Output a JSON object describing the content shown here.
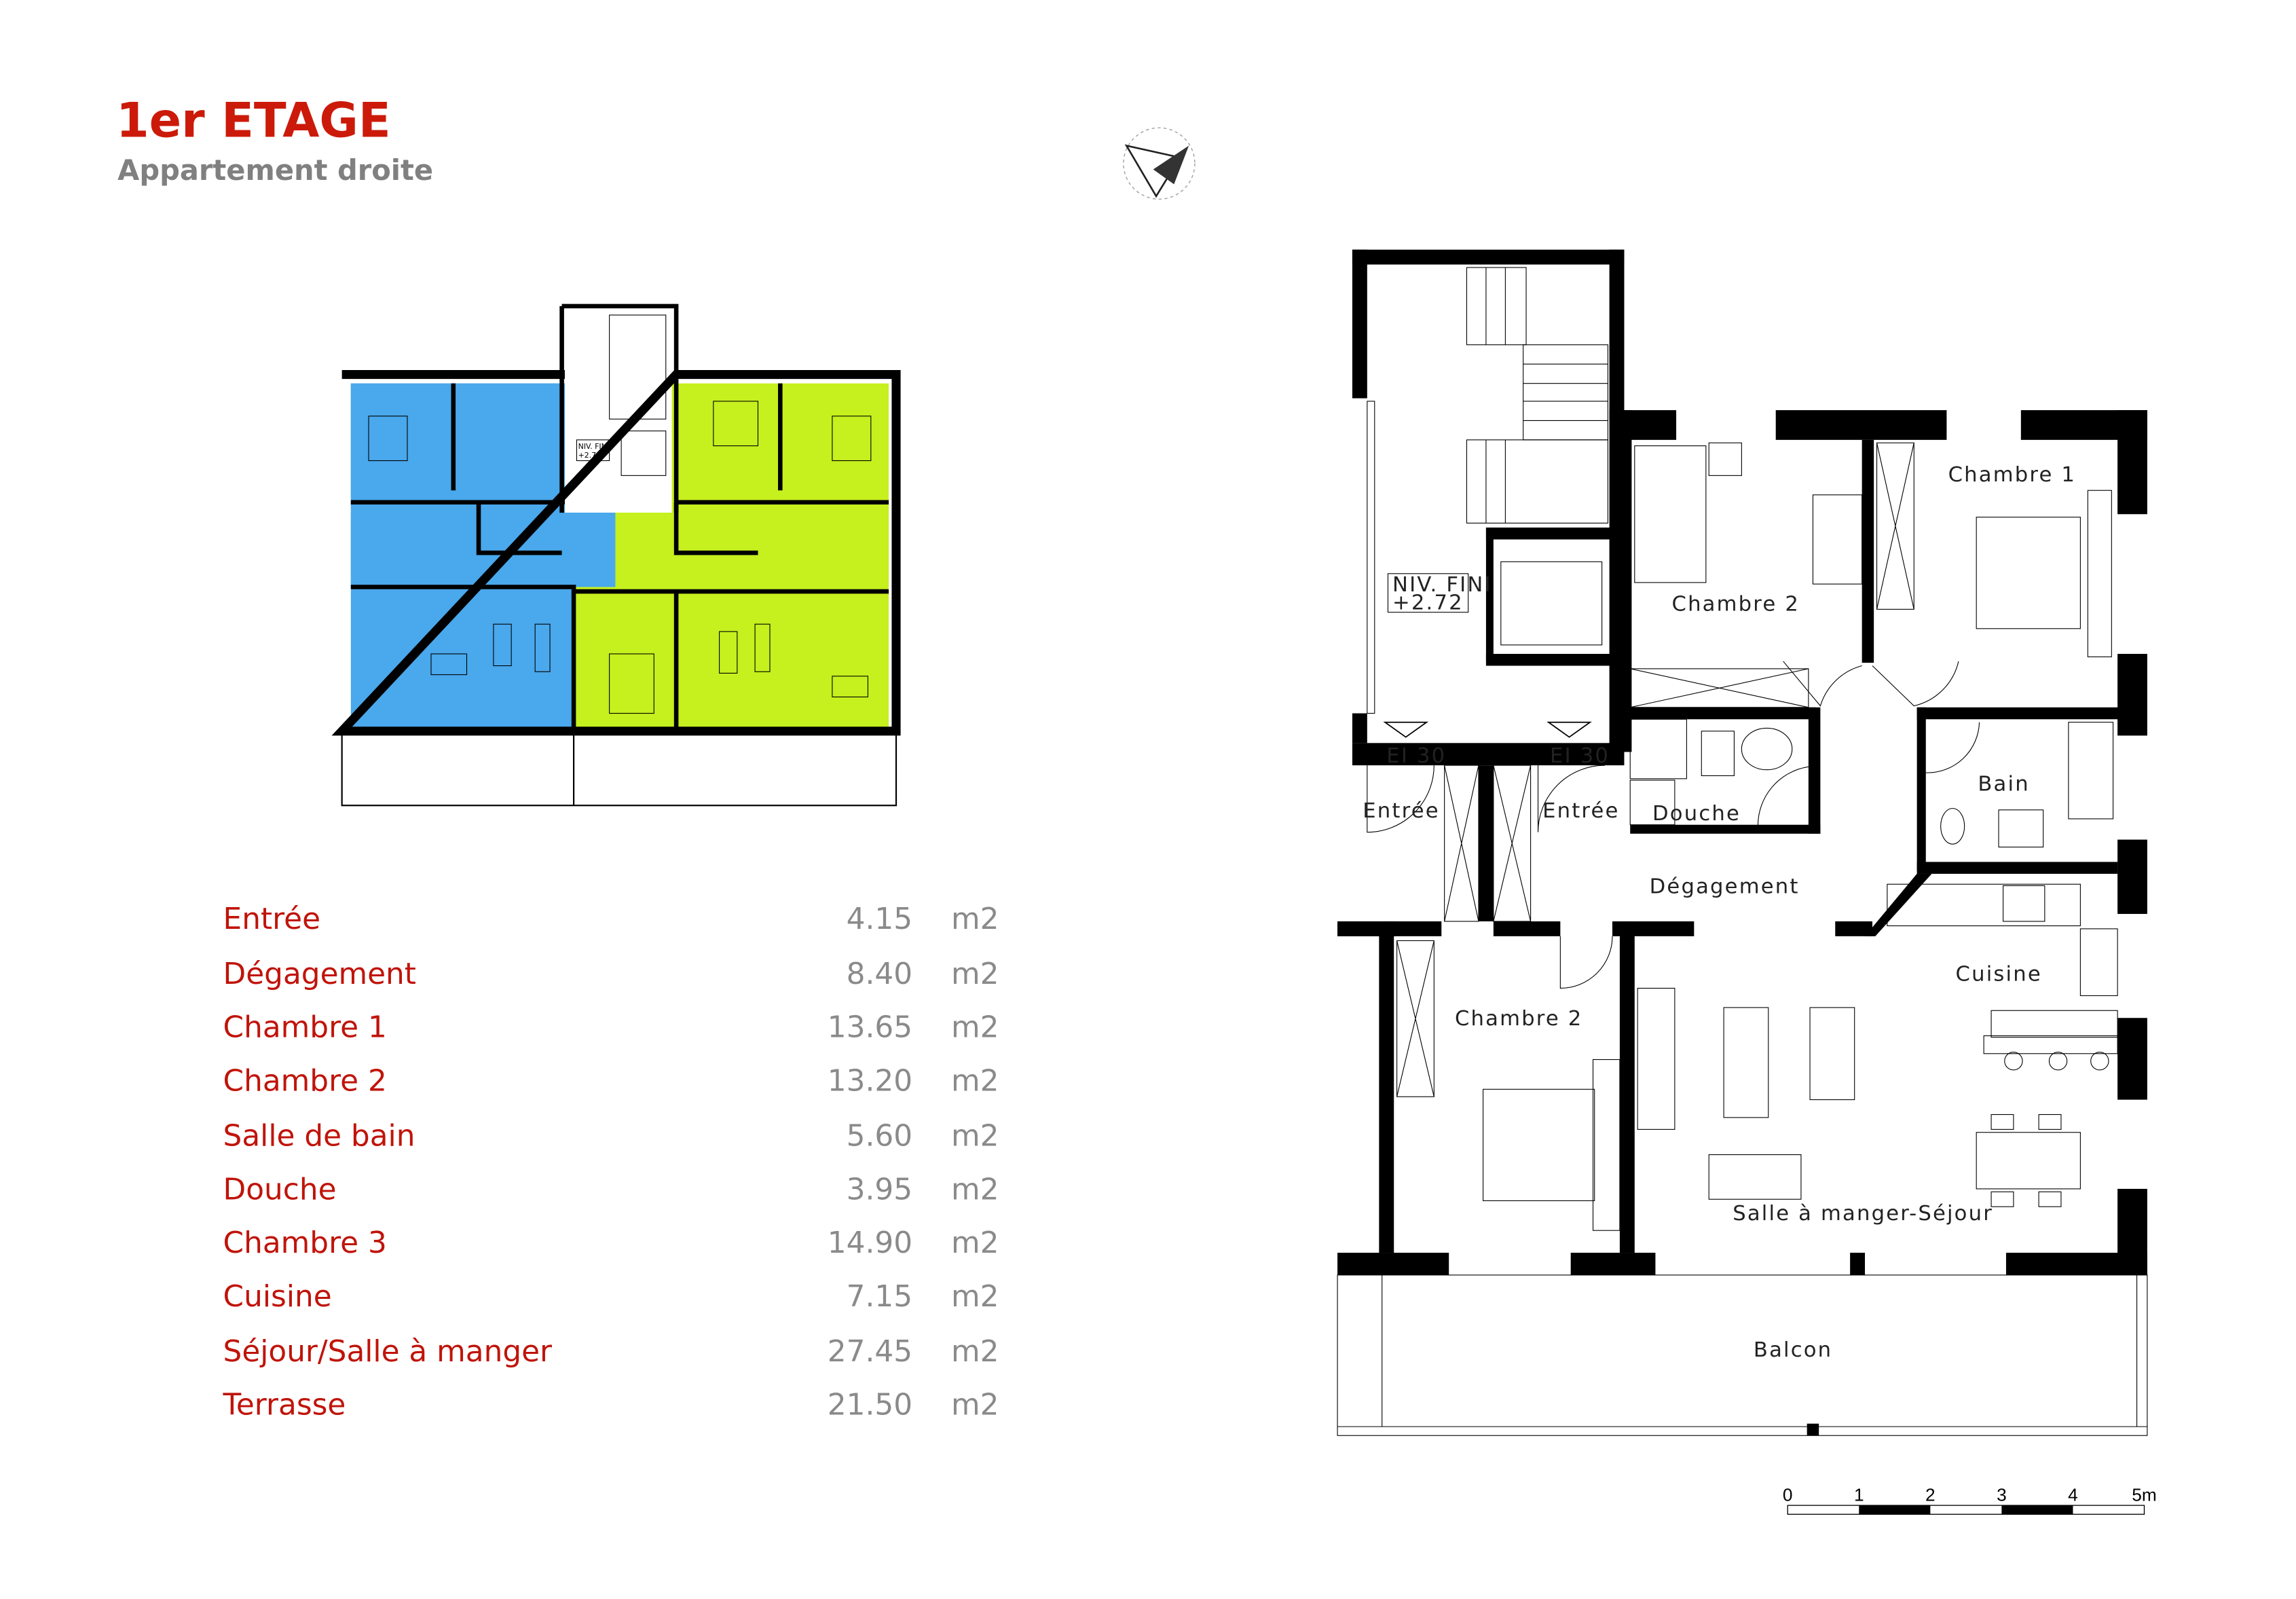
{
  "header": {
    "title": "1er ETAGE",
    "subtitle": "Appartement droite"
  },
  "colors": {
    "title": "#cc1a0a",
    "apartment_left": "#4aa8ec",
    "apartment_right": "#c6f01e"
  },
  "surfaces": [
    {
      "room": "Entrée",
      "area": "4.15",
      "unit": "m2"
    },
    {
      "room": "Dégagement",
      "area": "8.40",
      "unit": "m2"
    },
    {
      "room": "Chambre 1",
      "area": "13.65",
      "unit": "m2"
    },
    {
      "room": "Chambre 2",
      "area": "13.20",
      "unit": "m2"
    },
    {
      "room": "Salle de bain",
      "area": "5.60",
      "unit": "m2"
    },
    {
      "room": "Douche",
      "area": "3.95",
      "unit": "m2"
    },
    {
      "room": "Chambre 3",
      "area": "14.90",
      "unit": "m2"
    },
    {
      "room": "Cuisine",
      "area": "7.15",
      "unit": "m2"
    },
    {
      "room": "Séjour/Salle à manger",
      "area": "27.45",
      "unit": "m2"
    },
    {
      "room": "Terrasse",
      "area": "21.50",
      "unit": "m2"
    }
  ],
  "plan": {
    "level_label_1": "NIV. FINI",
    "level_label_2": "+2.72",
    "door_rating": "EI 30",
    "labels": {
      "entree_left": "Entrée",
      "entree_right": "Entrée",
      "chambre2_top": "Chambre 2",
      "chambre1": "Chambre 1",
      "douche": "Douche",
      "bain": "Bain",
      "degagement": "Dégagement",
      "chambre2_bottom": "Chambre 2",
      "cuisine": "Cuisine",
      "sejour": "Salle à manger-Séjour",
      "balcon": "Balcon"
    }
  },
  "scale_bar": {
    "ticks": [
      "0",
      "1",
      "2",
      "3",
      "4",
      "5m"
    ]
  }
}
